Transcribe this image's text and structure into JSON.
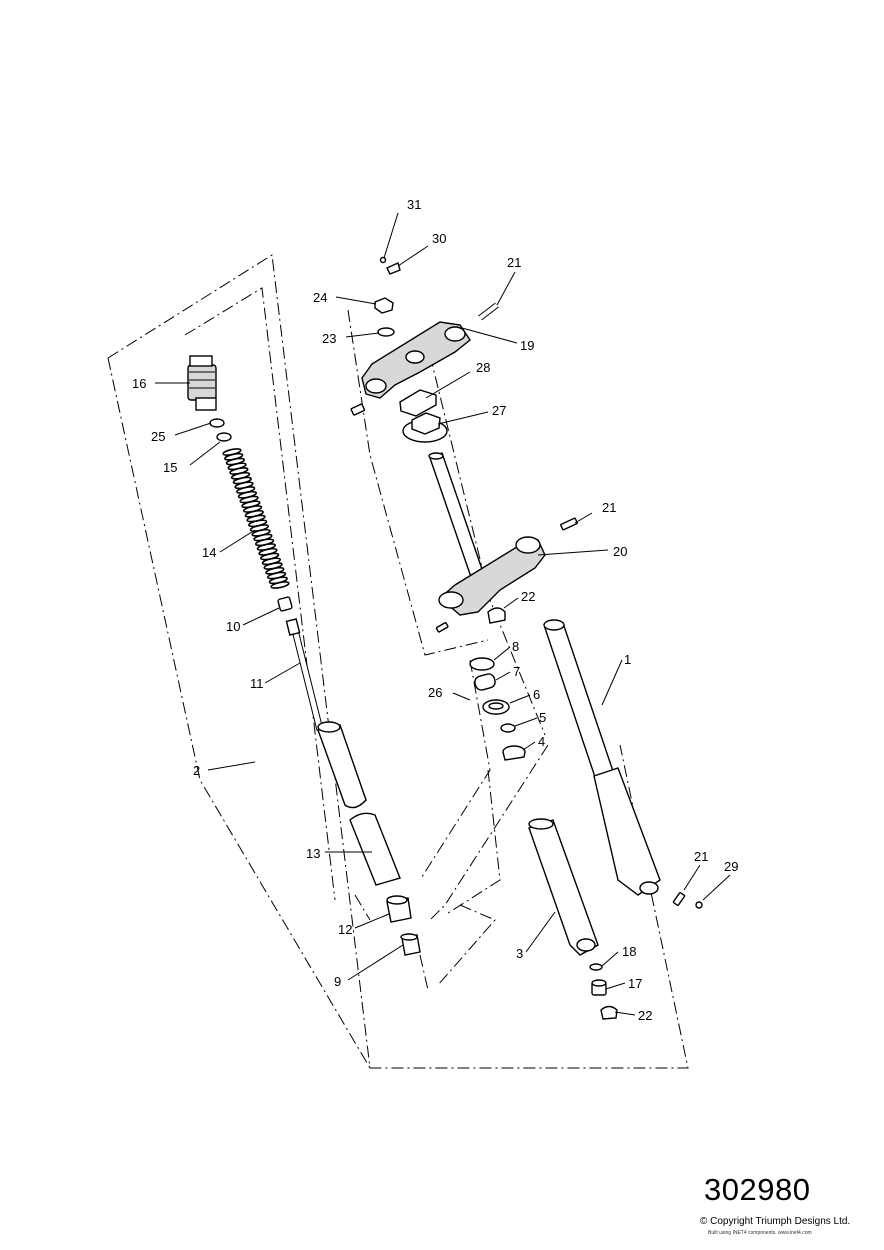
{
  "callouts": {
    "c1": "1",
    "c2": "2",
    "c3": "3",
    "c4": "4",
    "c5": "5",
    "c6": "6",
    "c7": "7",
    "c8": "8",
    "c9": "9",
    "c10": "10",
    "c11": "11",
    "c12": "12",
    "c13": "13",
    "c14": "14",
    "c15": "15",
    "c16": "16",
    "c17": "17",
    "c18": "18",
    "c19": "19",
    "c20": "20",
    "c21a": "21",
    "c21b": "21",
    "c21c": "21",
    "c22a": "22",
    "c22b": "22",
    "c23": "23",
    "c24": "24",
    "c25": "25",
    "c26": "26",
    "c27": "27",
    "c28": "28",
    "c29": "29",
    "c30": "30",
    "c31": "31"
  },
  "footer": {
    "reference_number": "302980",
    "copyright": "© Copyright Triumph Designs Ltd.",
    "built_with": "Built using INET4 components. www.inet4.com"
  }
}
